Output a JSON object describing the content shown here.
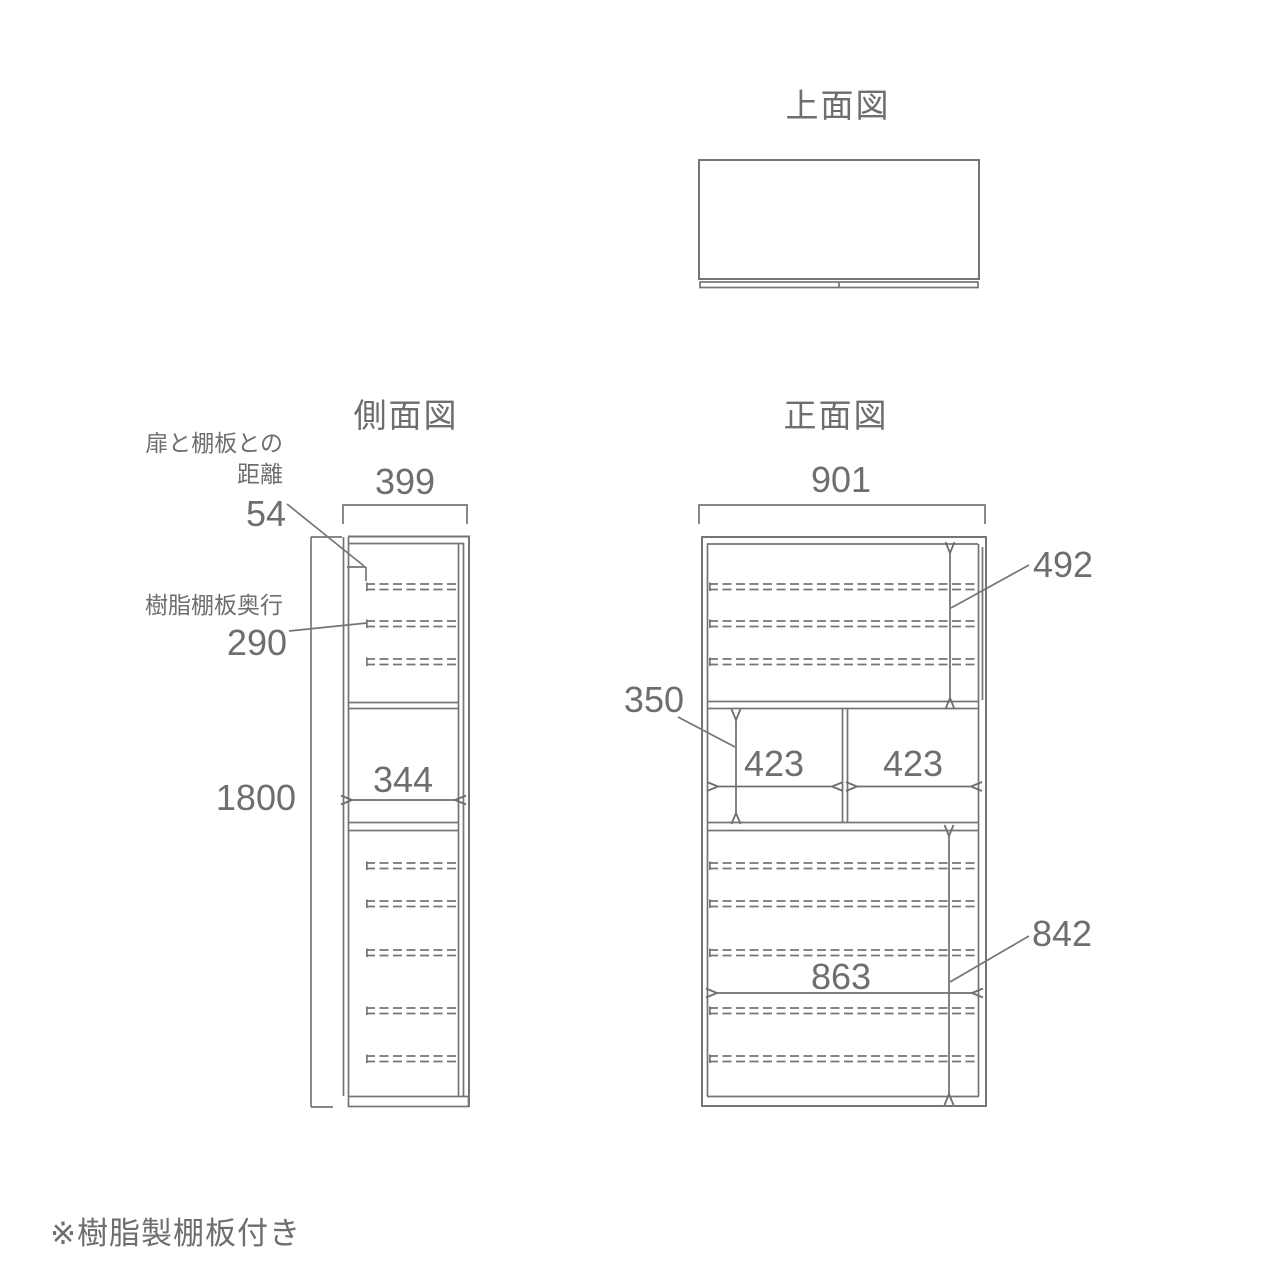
{
  "colors": {
    "line": "#757575",
    "text": "#6e6e6e",
    "background": "#ffffff"
  },
  "top_view": {
    "title": "上面図"
  },
  "side_view": {
    "title": "側面図",
    "depth_total": "399",
    "gap_label_line1": "扉と棚板との",
    "gap_label_line2": "距離",
    "gap_value": "54",
    "shelf_depth_label": "樹脂棚板奥行",
    "shelf_depth_value": "290",
    "height_total": "1800",
    "interior_depth": "344"
  },
  "front_view": {
    "title": "正面図",
    "width_total": "901",
    "top_section_height": "492",
    "middle_section_height": "350",
    "middle_left_width": "423",
    "middle_right_width": "423",
    "interior_width": "863",
    "bottom_section_height": "842"
  },
  "note": "※樹脂製棚板付き"
}
